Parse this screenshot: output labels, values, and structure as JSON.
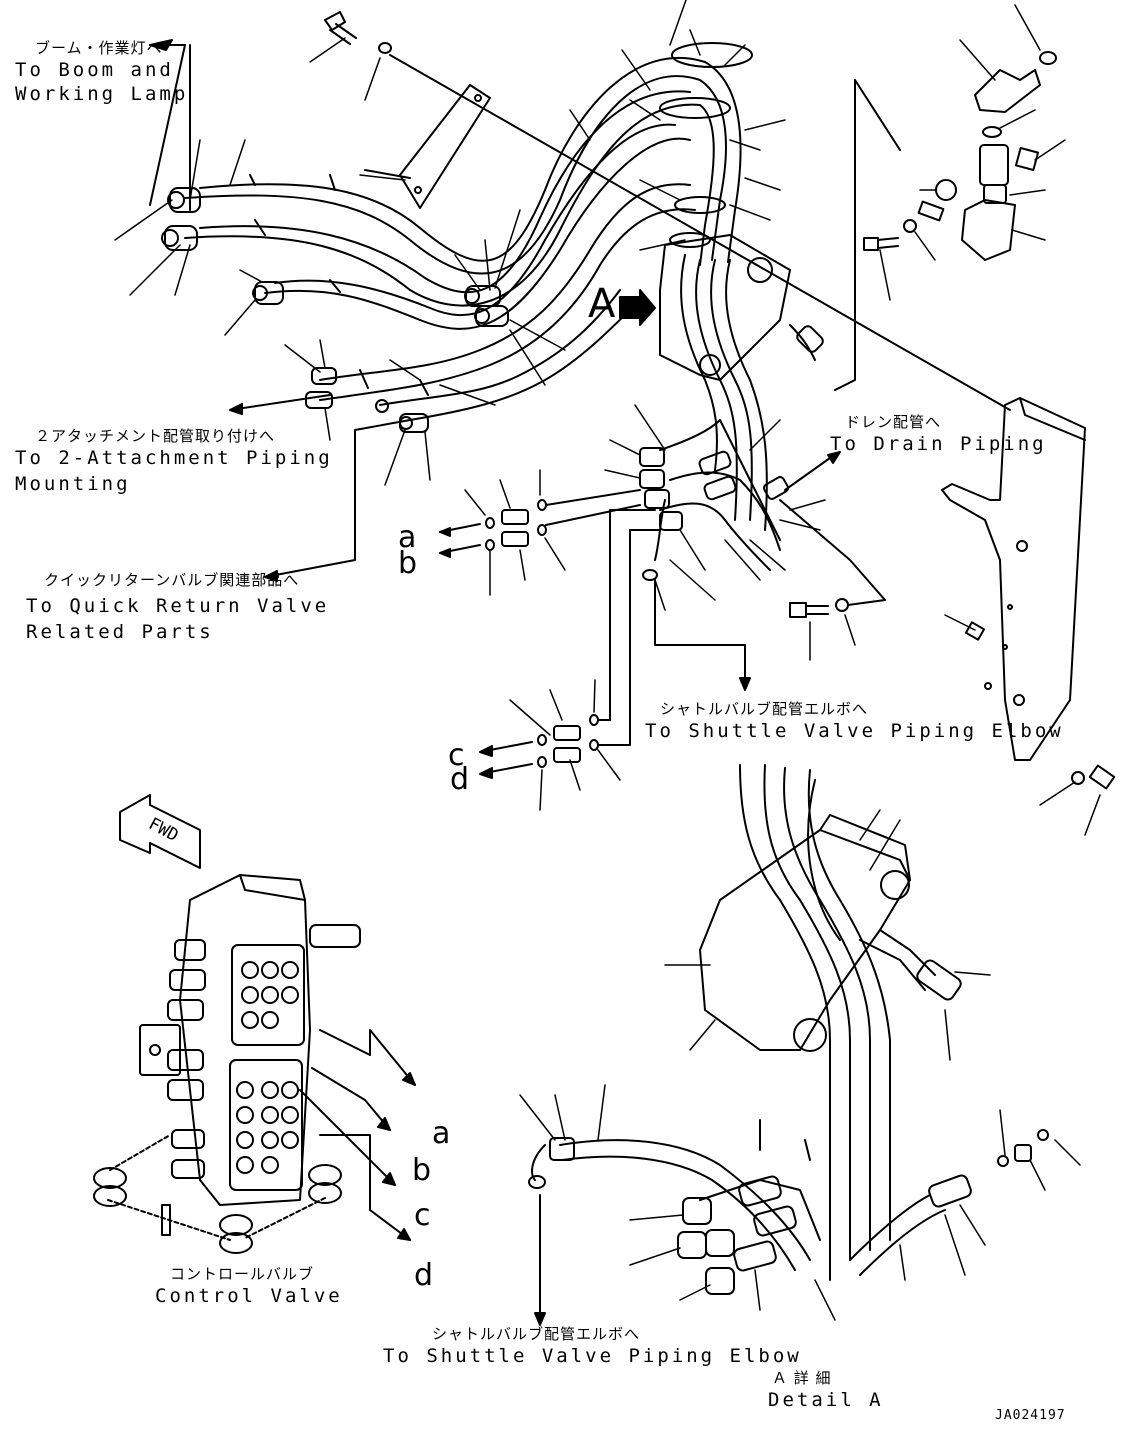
{
  "labels": {
    "boom_jp": "ブーム・作業灯へ",
    "boom_en1": "To Boom and",
    "boom_en2": "Working Lamp",
    "attach_jp": "２アタッチメント配管取り付けへ",
    "attach_en1": "To 2-Attachment Piping",
    "attach_en2": "Mounting",
    "quick_jp": "クイックリターンバルブ関連部品へ",
    "quick_en1": "To Quick Return Valve",
    "quick_en2": "Related Parts",
    "drain_jp": "ドレン配管へ",
    "drain_en": "To Drain Piping",
    "shuttle1_jp": "シャトルバルブ配管エルボへ",
    "shuttle1_en": "To Shuttle Valve Piping Elbow",
    "shuttle2_jp": "シャトルバルブ配管エルボへ",
    "shuttle2_en": "To Shuttle Valve Piping Elbow",
    "control_jp": "コントロールバルブ",
    "control_en": "Control Valve",
    "detail_jp": "Ａ 詳 細",
    "detail_en": "Detail A",
    "view_a": "A",
    "fwd": "FWD",
    "drawing_no": "JA024197"
  },
  "connection_letters": {
    "left_a": "a",
    "left_b": "b",
    "left_c": "c",
    "left_d": "d",
    "right_a": "a",
    "right_b": "b",
    "right_c": "c",
    "right_d": "d"
  }
}
